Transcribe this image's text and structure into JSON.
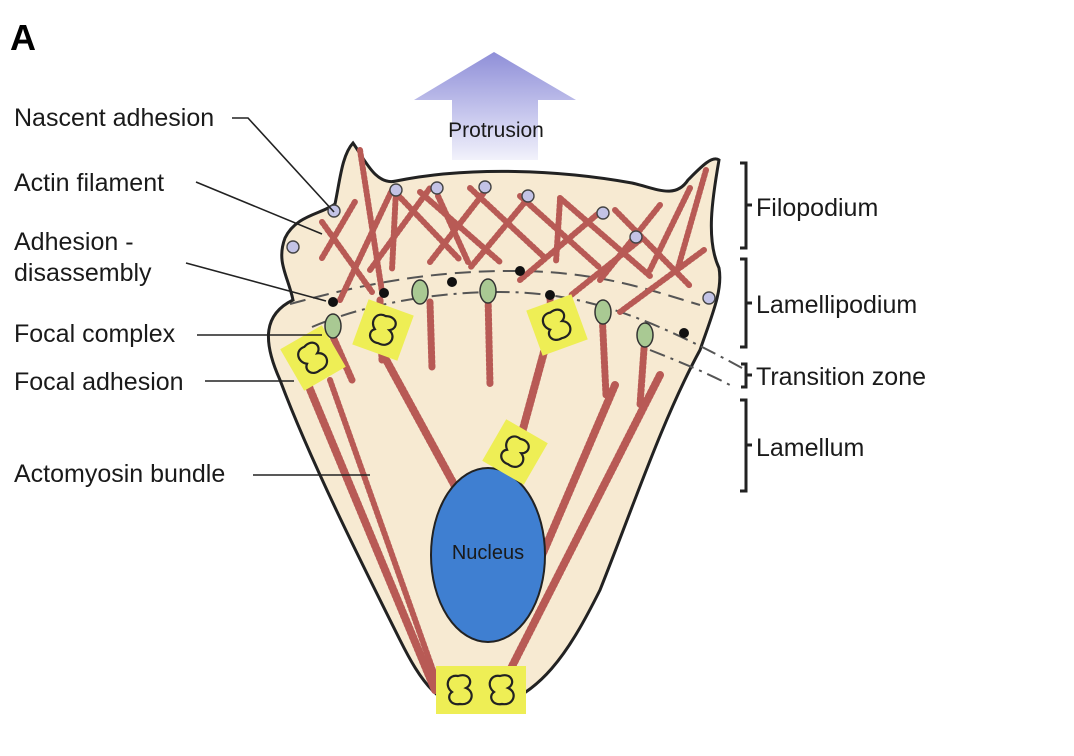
{
  "panel_label": "A",
  "protrusion_label": "Protrusion",
  "nucleus_label": "Nucleus",
  "left_labels": {
    "nascent_adhesion": "Nascent adhesion",
    "actin_filament": "Actin filament",
    "adhesion_disassembly_line1": "Adhesion -",
    "adhesion_disassembly_line2": "disassembly",
    "focal_complex": "Focal complex",
    "focal_adhesion": "Focal adhesion",
    "actomyosin_bundle": "Actomyosin bundle"
  },
  "right_labels": {
    "filopodium": "Filopodium",
    "lamellipodium": "Lamellipodium",
    "transition_zone": "Transition zone",
    "lamellum": "Lamellum"
  },
  "colors": {
    "cell_fill": "#f7ead2",
    "cell_outline": "#222222",
    "actin": "#b85a55",
    "nucleus": "#3f7fd1",
    "focal_adhesion": "#eeee55",
    "focal_complex": "#a9c993",
    "nascent_adhesion": "#c3c3e6",
    "protrusion_arrow": "#9d9dde"
  }
}
